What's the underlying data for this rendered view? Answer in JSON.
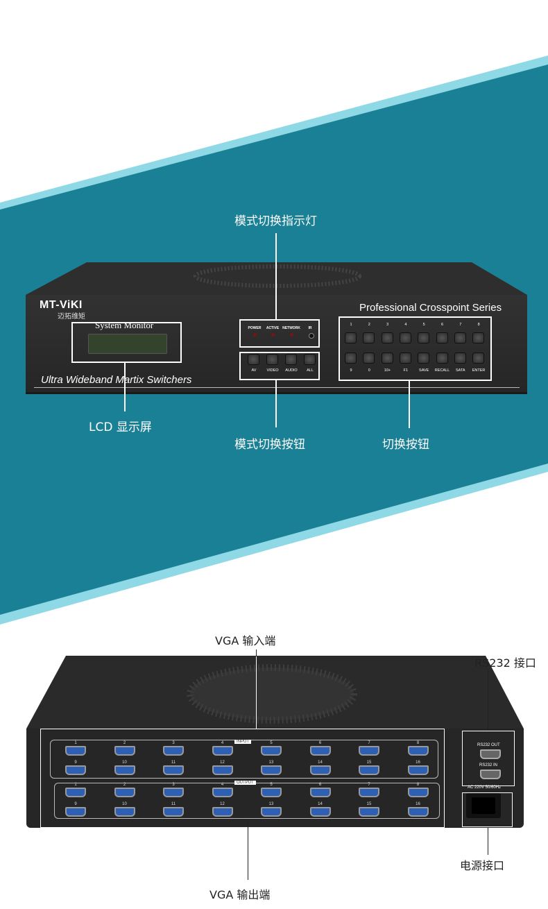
{
  "colors": {
    "teal": "#1a8096",
    "stripe": "#8fd8e6"
  },
  "front": {
    "brand": "MT-ViKI",
    "brand_cn": "迈拓维矩",
    "lcd_title": "System Monitor",
    "slogan": "Ultra Wideband Martix Switchers",
    "series": "Professional Crosspoint Series",
    "indicators": [
      "POWER",
      "ACTIVE",
      "NETWORK",
      "IR"
    ],
    "mode_buttons": [
      "AV",
      "VIDEO",
      "AUDIO",
      "ALL"
    ],
    "top_buttons": [
      "1",
      "2",
      "3",
      "4",
      "5",
      "6",
      "7",
      "8"
    ],
    "bottom_buttons": [
      "9",
      "0",
      "10+",
      "F1",
      "SAVE",
      "RECALL",
      "SATA",
      "ENTER"
    ]
  },
  "callouts": {
    "indicator": "模式切换指示灯",
    "lcd": "LCD 显示屏",
    "mode": "模式切换按钮",
    "switch": "切换按钮",
    "vga_in": "VGA 输入端",
    "vga_out": "VGA 输出端",
    "rs232": "RS232 接口",
    "power": "电源接口"
  },
  "rear": {
    "input_tag": "INPUT",
    "output_tag": "OUTPUT",
    "ports_row1": [
      "1",
      "2",
      "3",
      "4",
      "5",
      "6",
      "7",
      "8"
    ],
    "ports_row2": [
      "9",
      "10",
      "11",
      "12",
      "13",
      "14",
      "15",
      "16"
    ],
    "rs232_out": "RS232 OUT",
    "rs232_in": "RS232 IN",
    "ac": "AC 220V 50/60Hz"
  }
}
